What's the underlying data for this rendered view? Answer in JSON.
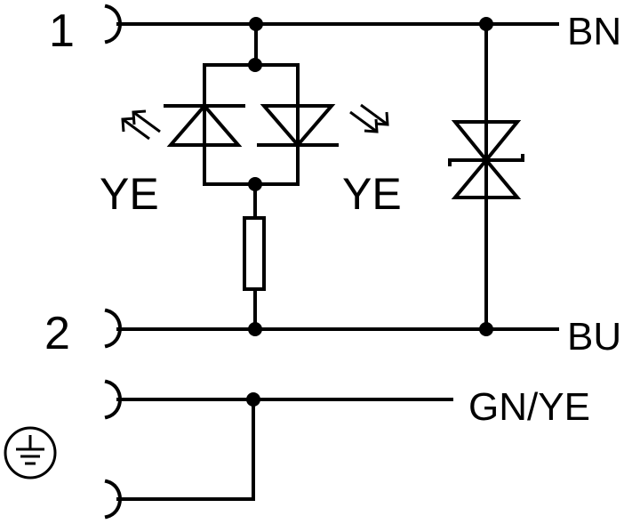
{
  "pins": {
    "pin1": "1",
    "pin2": "2"
  },
  "wires": {
    "top": "BN",
    "bottom": "BU",
    "ground": "GN/YE"
  },
  "leds": {
    "left_color": "YE",
    "right_color": "YE"
  },
  "icons": {
    "led_arrows": "arrow-pair-icon",
    "ground": "protective-earth-icon",
    "suppressor": "bidirectional-zener-icon"
  },
  "colors": {
    "line": "#000000",
    "background": "#ffffff"
  }
}
